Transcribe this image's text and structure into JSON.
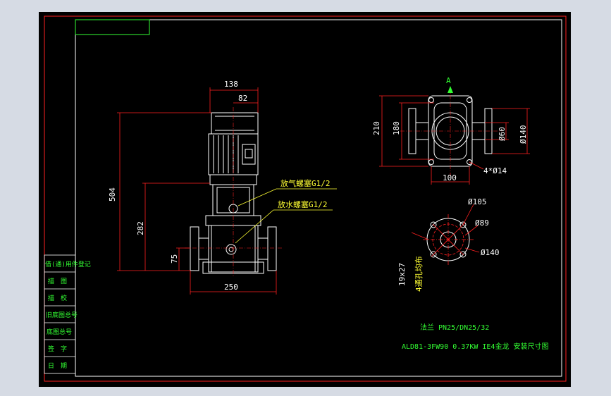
{
  "drawing": {
    "colors": {
      "background": "#000000",
      "frame": "#ff2020",
      "outline": "#ffffff",
      "dimension": "#ff2020",
      "note_text": "#ffff33",
      "label_text": "#33ff33",
      "canvas_bg": "#d6dbe4"
    },
    "front_view": {
      "dim_top_width": "138",
      "dim_motor_offset": "82",
      "dim_total_height": "504",
      "dim_center_height": "282",
      "dim_flange_height": "75",
      "dim_base_width": "250",
      "note_vent_plug": "放气螺塞G1/2",
      "note_drain_plug": "放水螺塞G1/2"
    },
    "top_view": {
      "view_label": "A",
      "dim_overall": "210",
      "dim_inner": "180",
      "dim_base_width": "100",
      "dim_holes": "4*Ø14",
      "dim_pipe_inner": "Ø60",
      "dim_flange_outer": "Ø140"
    },
    "flange_view": {
      "dim_pcd_outer": "Ø105",
      "dim_pcd": "Ø89",
      "dim_outer": "Ø140",
      "dim_slot": "19x27",
      "note_holes": "4通孔均布"
    },
    "side_table": {
      "rows": [
        "借(通)用件登记",
        "描　图",
        "描　校",
        "旧底图总号",
        "底图总号",
        "签　字",
        "日　期"
      ]
    },
    "title_block": {
      "flange_spec": "法兰 PN25/DN25/32",
      "model_title": "ALD81-3FW90 0.37KW IE4金龙 安装尺寸图"
    }
  }
}
